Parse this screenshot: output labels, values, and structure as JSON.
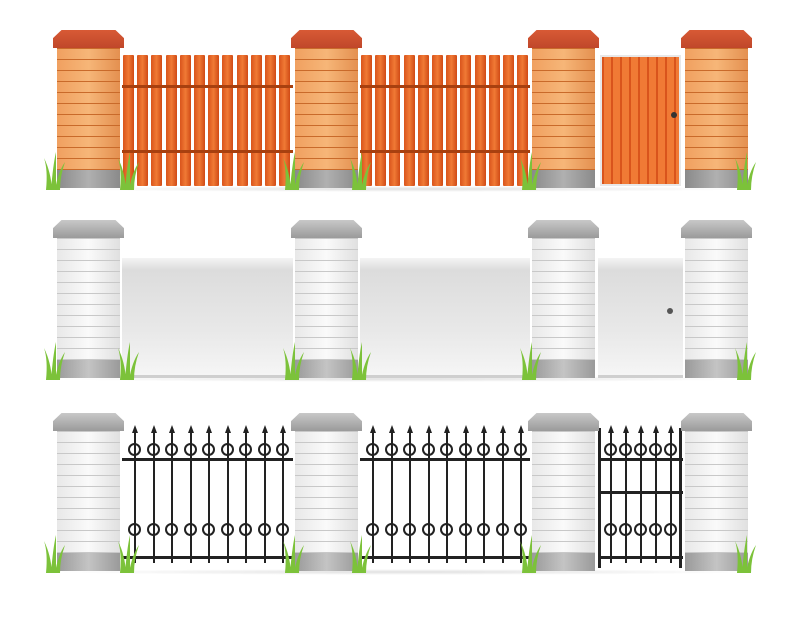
{
  "colors": {
    "brick_orange": "#f2a866",
    "cap_red": "#c0472a",
    "plank_orange": "#e8642a",
    "brick_white": "#f2f2f2",
    "cap_gray": "#9a9a9a",
    "iron": "#222222",
    "grass": "#7cc23a"
  },
  "rows": [
    {
      "style": "wooden-plank-fence"
    },
    {
      "style": "solid-panel-fence"
    },
    {
      "style": "wrought-iron-fence"
    }
  ]
}
